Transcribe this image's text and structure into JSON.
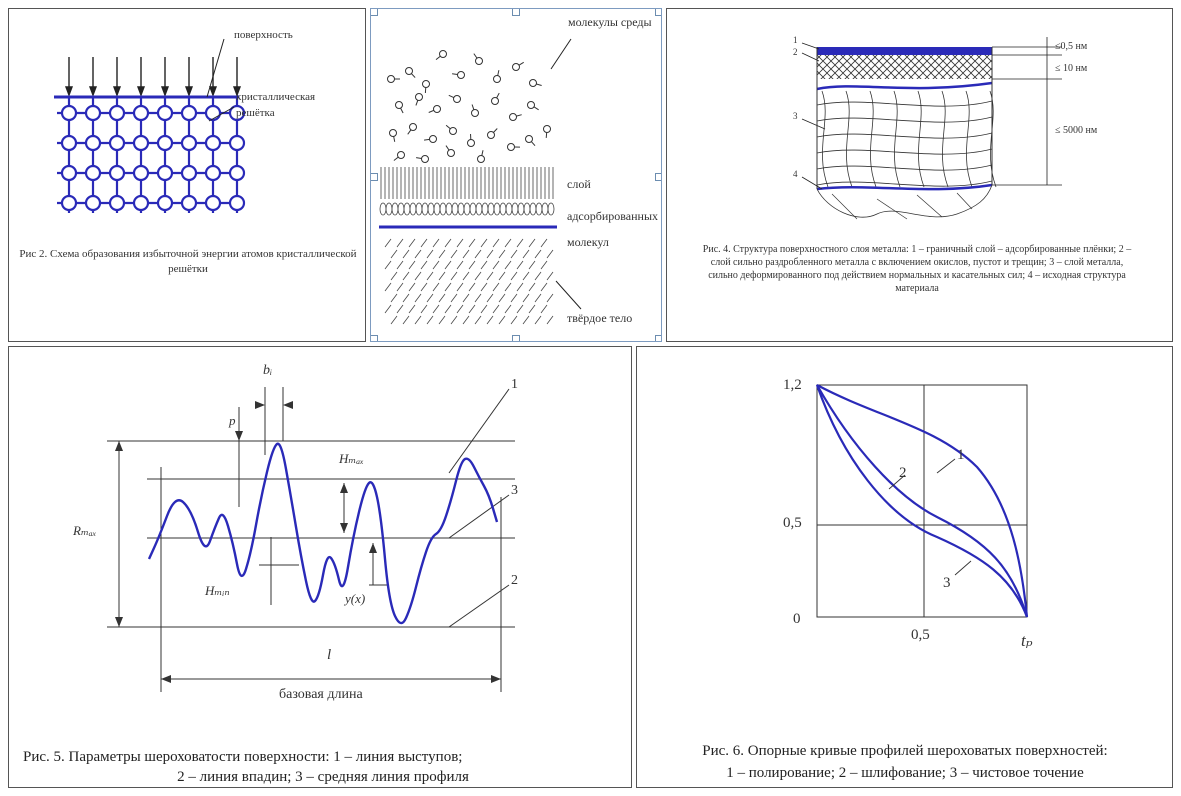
{
  "fig2": {
    "caption": "Рис 2. Схема образования избыточной энергии атомов кристаллической решётки",
    "label_surface": "поверхность",
    "label_lattice_1": "кристаллическая",
    "label_lattice_2": "решётка"
  },
  "fig3": {
    "label_molecules": "молекулы среды",
    "label_layer_1": "слой",
    "label_layer_2": "адсорбированных",
    "label_layer_3": "молекул",
    "label_body": "твёрдое тело"
  },
  "fig4": {
    "caption": "Рис. 4. Структура поверхностного слоя металла: 1 – граничный слой – адсорбированные плёнки; 2 – слой сильно раздробленного металла с включением окислов, пустот и трещин; 3 – слой металла, сильно деформированного под действием нормальных и касательных сил; 4 – исходная структура материала",
    "n1": "1",
    "n2": "2",
    "n3": "3",
    "n4": "4",
    "dim1": "≤0,5 нм",
    "dim2": "≤ 10 нм",
    "dim3": "≤ 5000 нм"
  },
  "fig5": {
    "caption_1": "Рис. 5. Параметры шероховатости поверхности: 1 – линия выступов;",
    "caption_2": "2 – линия впадин; 3 – средняя линия профиля",
    "label_bi": "bᵢ",
    "label_p": "p",
    "label_rmax": "Rₘₐₓ",
    "label_hmax": "Hₘₐₓ",
    "label_hmin": "Hₘᵢₙ",
    "label_yx": "y(x)",
    "label_l": "l",
    "label_base": "базовая длина",
    "n1": "1",
    "n2": "2",
    "n3": "3"
  },
  "fig6": {
    "caption_1": "Рис. 6. Опорные кривые профилей шероховатых поверхностей:",
    "caption_2": "1 – полирование; 2 – шлифование; 3 – чистовое точение",
    "y_top": "1,2",
    "y_mid": "0,5",
    "y_zero": "0",
    "x_mid": "0,5",
    "x_label": "tₚ",
    "n1": "1",
    "n2": "2",
    "n3": "3"
  },
  "colors": {
    "line": "#2a2ab8",
    "ink": "#222222",
    "border": "#555555"
  }
}
